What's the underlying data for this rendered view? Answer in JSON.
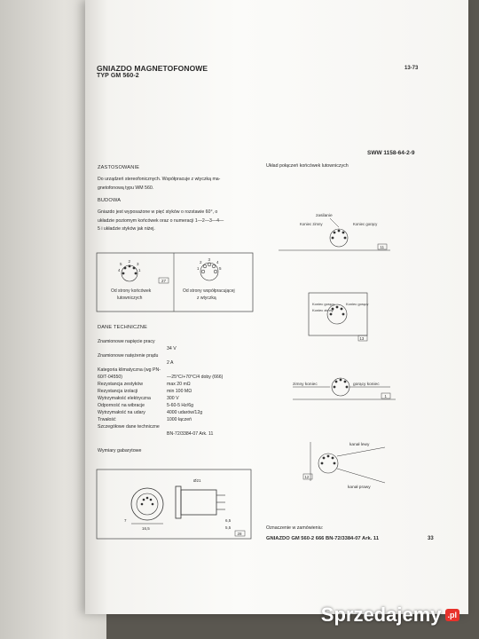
{
  "header": {
    "title": "GNIAZDO MAGNETOFONOWE",
    "subtitle": "TYP GM 560-2",
    "code": "13-73",
    "standard": "SWW 1158-64-2-9"
  },
  "zastosowanie": {
    "heading": "ZASTOSOWANIE",
    "lines": [
      "Do urządzeń stereofonicznych. Współpracuje z wtyczką ma-",
      "gnetofonową typu WM 560."
    ]
  },
  "budowa": {
    "heading": "BUDOWA",
    "lines": [
      "Gniazdo jest wyposażone w pięć styków o rozstawie 60°, o",
      "układzie poziomym końcówek oraz o numeracji 1—2—3—4—",
      "5 i układzie styków jak niżej."
    ]
  },
  "pin_figure": {
    "label_left_1": "Od strony końcówek",
    "label_left_2": "lutowniczych",
    "label_right_1": "Od strony współpracującej",
    "label_right_2": "z wtyczką",
    "fig_no": "27",
    "pins": [
      "1",
      "2",
      "3",
      "4",
      "5"
    ]
  },
  "dane": {
    "heading": "DANE TECHNICZNE",
    "rows": [
      {
        "label": "Znamionowe napięcie pracy",
        "value": "34 V"
      },
      {
        "label": "Znamionowe natężenie prądu",
        "value": "2 A"
      },
      {
        "label": "Kategoria klimatyczna (wg PN-60/T-04550)",
        "value": "—25°C/+70°C/4 doby (666)"
      },
      {
        "label": "Rezystancja zestyków",
        "value": "max 20 mΩ"
      },
      {
        "label": "Rezystancja izolacji",
        "value": "min 100 MΩ"
      },
      {
        "label": "Wytrzymałość elektryczna",
        "value": "300 V"
      },
      {
        "label": "Odporność na wibracje",
        "value": "5-60-5 Hz/6g"
      },
      {
        "label": "Wytrzymałość na udary",
        "value": "4000 udarów/12g"
      },
      {
        "label": "Trwałość",
        "value": "1000 łączeń"
      },
      {
        "label": "Szczegółowe dane techniczne",
        "value": "BN-72/3384-07 Ark. 11"
      }
    ]
  },
  "wymiary": {
    "heading": "Wymiary gabarytowe",
    "dim_1": "Ø21",
    "dim_2": "16,5",
    "dim_3": "6,5",
    "dim_4": "5,5",
    "dim_5": "7",
    "fig_no": "28"
  },
  "uklad": {
    "heading": "Układ połączeń końcówek lutowniczych",
    "d1": {
      "top": "zasilanie",
      "left": "Koniec zimny",
      "right": "Koniec gorący",
      "fig": "11"
    },
    "d2": {
      "left": "Koniec gorący",
      "left2": "Koniec zimny",
      "right": "Koniec gorący",
      "fig": "13"
    },
    "d3": {
      "left": "zimny koniec",
      "right": "gorący koniec",
      "fig": "1"
    },
    "d4": {
      "top": "kanał lewy",
      "bottom": "kanał prawy",
      "fig": "12"
    }
  },
  "order": {
    "label": "Oznaczenie w zamówieniu:",
    "value": "GNIAZDO GM 560-2 666 BN-72/3384-07 Ark. 11"
  },
  "page_no": "33",
  "watermark": {
    "text": "Sprzedajemy",
    "suffix": ".pl"
  }
}
